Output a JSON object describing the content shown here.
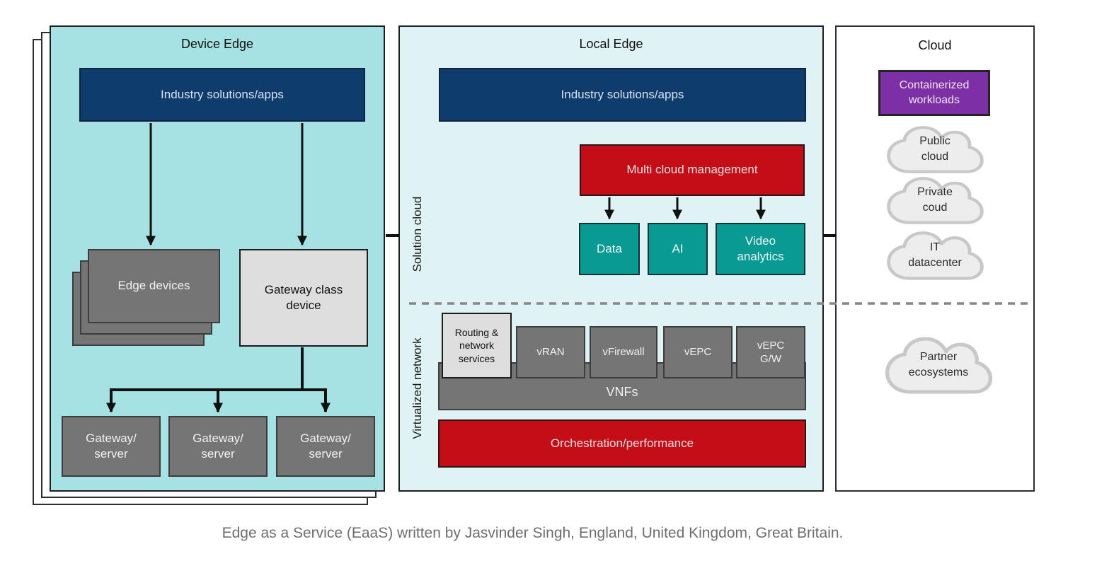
{
  "colors": {
    "device_edge_bg": "#a6e1e3",
    "local_edge_bg": "#dff2f4",
    "cloud_panel_bg": "#ffffff",
    "navy_box": "#0e3c6c",
    "red_box": "#c40d17",
    "teal_box": "#089a93",
    "gray_box": "#757575",
    "light_gray_box": "#dedede",
    "purple_box": "#7d2fa6",
    "cloud_shape_fill": "#ededed",
    "cloud_shape_stroke": "#c8c8c8",
    "dashed_divider": "#878787",
    "connector": "#111111",
    "caption_text": "#6e6e6e"
  },
  "device_edge": {
    "title": "Device Edge",
    "industry_apps": "Industry solutions/apps",
    "edge_devices": "Edge devices",
    "gateway_class_device": "Gateway class\ndevice",
    "gateway_servers": [
      "Gateway/\nserver",
      "Gateway/\nserver",
      "Gateway/\nserver"
    ]
  },
  "local_edge": {
    "title": "Local Edge",
    "solution_cloud_label": "Solution cloud",
    "virtualized_network_label": "Virtualized network",
    "industry_apps": "Industry solutions/apps",
    "multi_cloud_management": "Multi cloud management",
    "solution_boxes": [
      "Data",
      "AI",
      "Video\nanalytics"
    ],
    "routing_services": "Routing &\nnetwork\nservices",
    "vnf_boxes": [
      "vRAN",
      "vFirewall",
      "vEPC",
      "vEPC\nG/W"
    ],
    "vnfs_bar": "VNFs",
    "orchestration": "Orchestration/performance"
  },
  "cloud": {
    "title": "Cloud",
    "containerized_workloads": "Containerized\nworkloads",
    "clouds_upper": [
      "Public\ncloud",
      "Private\ncoud",
      "IT\ndatacenter"
    ],
    "cloud_lower": "Partner\necosystems"
  },
  "caption": "Edge as a Service (EaaS) written by Jasvinder Singh, England, United Kingdom, Great Britain."
}
